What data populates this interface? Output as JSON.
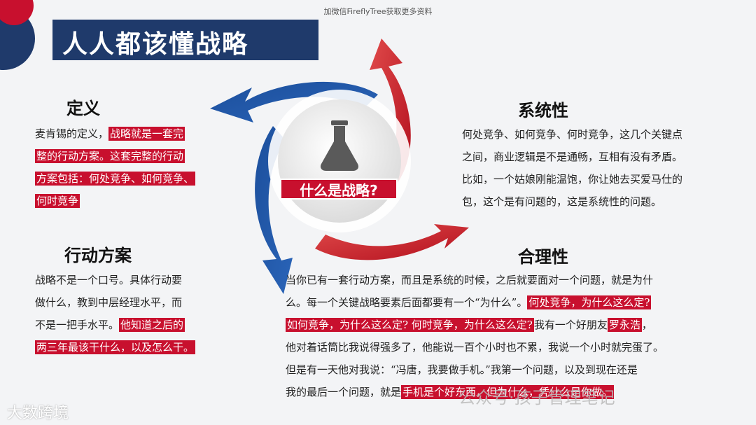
{
  "top_watermark": "加微信FireflyTree获取更多资料",
  "title": "人人都该懂战略",
  "center": {
    "label": "什么是战略?"
  },
  "definition": {
    "heading": "定义",
    "lines": [
      [
        {
          "t": "麦肯锡的定义，"
        },
        {
          "t": "战略就是一套完",
          "hl": true
        }
      ],
      [
        {
          "t": "整的行动方案。这套完整的行动",
          "hl": true
        }
      ],
      [
        {
          "t": "方案包括：何处竞争、如何竞争、",
          "hl": true
        }
      ],
      [
        {
          "t": "何时竞争",
          "hl": true
        }
      ]
    ]
  },
  "systemic": {
    "heading": "系统性",
    "lines": [
      "何处竞争、如何竞争、何时竞争，这几个关键点",
      "之间，商业逻辑是不是通畅，互相有没有矛盾。",
      "比如，一个姑娘刚能温饱，你让她去买爱马仕的",
      "包，这个是有问题的，这是系统性的问题。"
    ]
  },
  "action": {
    "heading": "行动方案",
    "lines": [
      [
        {
          "t": "战略不是一个口号。具体行动要"
        }
      ],
      [
        {
          "t": "做什么，教到中层经理水平，而"
        }
      ],
      [
        {
          "t": "不是一把手水平。"
        },
        {
          "t": "他知道之后的",
          "hl": true
        }
      ],
      [
        {
          "t": "两三年最该干什么，以及怎么干。",
          "hl": true
        }
      ]
    ]
  },
  "rationality": {
    "heading": "合理性",
    "lines": [
      [
        {
          "t": "当你已有一套行动方案，而且是系统的时候，之后就要面对一个问题，就是为什"
        }
      ],
      [
        {
          "t": "么。每一个关键战略要素后面都要有一个“为什么”。"
        },
        {
          "t": "何处竞争，为什么这么定?",
          "hl": true
        }
      ],
      [
        {
          "t": "如何竞争，为什么这么定? 何时竞争，为什么这么定?",
          "hl": true
        },
        {
          "t": "我有一个好朋友"
        },
        {
          "t": "罗永浩",
          "hl": true
        },
        {
          "t": "，"
        }
      ],
      [
        {
          "t": "他对着话筒比我说得强多了，他能说一百个小时也不累，我说一个小时就完蛋了。"
        }
      ],
      [
        {
          "t": "但是有一天他对我说：“冯唐，我要做手机。”我第一个问题，以及到现在还是"
        }
      ],
      [
        {
          "t": "我的最后一个问题，就是"
        },
        {
          "t": "手机是个好东西，但为什么，凭什么是你做。",
          "hl": true
        }
      ]
    ]
  },
  "logo_left": "大数跨境",
  "logo_right": "公众号·孩子管理笔记",
  "colors": {
    "red": "#c8102e",
    "navy": "#1f3a6b",
    "blue": "#1c4f9c"
  }
}
